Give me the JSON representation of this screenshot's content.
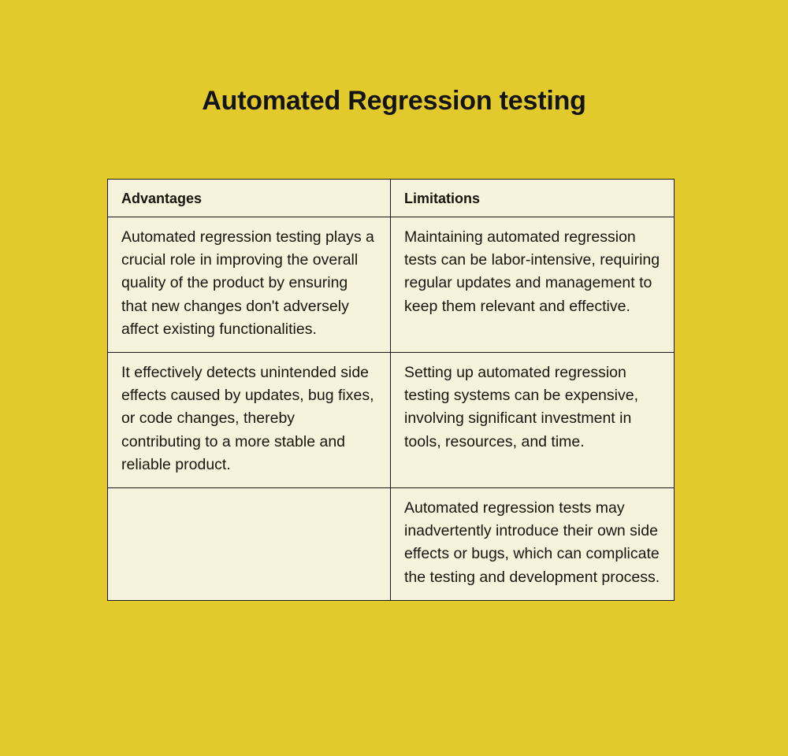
{
  "page": {
    "title": "Automated Regression testing",
    "background_color": "#e3ca2c",
    "cell_background_color": "#f7f2db",
    "border_color": "#1a1a1a",
    "text_color": "#16160f"
  },
  "table": {
    "columns": [
      {
        "key": "advantages",
        "header": "Advantages"
      },
      {
        "key": "limitations",
        "header": "Limitations"
      }
    ],
    "rows": [
      {
        "advantages": "Automated regression testing plays a crucial role in improving the overall quality of the product by ensuring that new changes don't adversely affect existing functionalities.",
        "limitations": "Maintaining automated regression tests can be labor-intensive, requiring regular updates and management to keep them relevant and effective."
      },
      {
        "advantages": "It effectively detects unintended side effects caused by updates, bug fixes, or code changes, thereby contributing to a more stable and reliable product.",
        "limitations": "Setting up automated regression testing systems can be expensive, involving significant investment in tools, resources, and time."
      },
      {
        "advantages": "",
        "limitations": "Automated regression tests may inadvertently introduce their own side effects or bugs, which can complicate the testing and development process."
      }
    ]
  }
}
